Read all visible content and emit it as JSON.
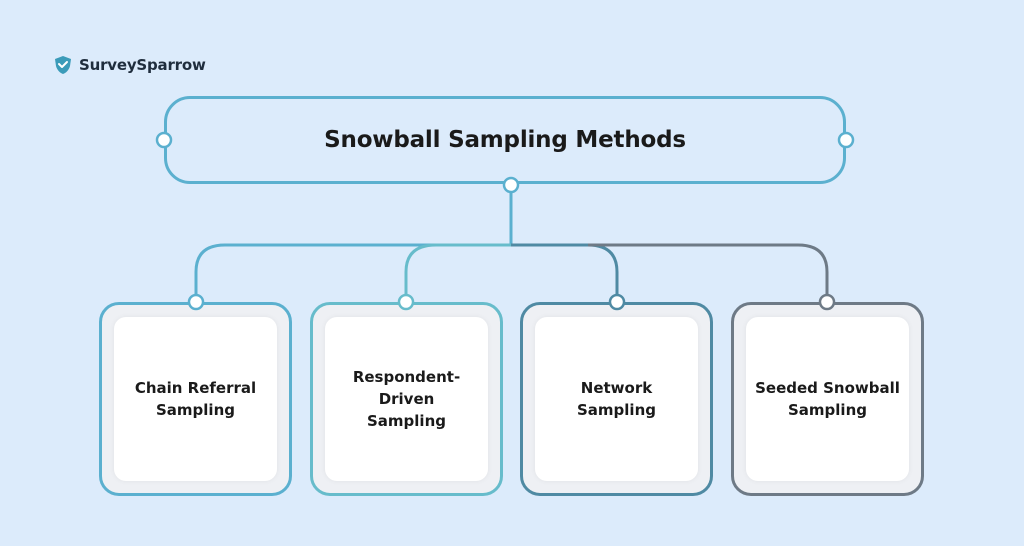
{
  "brand": {
    "name": "SurveySparrow",
    "icon": "sparrow-shield-icon"
  },
  "title": "Snowball Sampling Methods",
  "methods": [
    {
      "label": "Chain Referral\nSampling",
      "color": "#5bb0cf"
    },
    {
      "label": "Respondent-Driven\nSampling",
      "color": "#67bccb"
    },
    {
      "label": "Network Sampling",
      "color": "#4f8aa3"
    },
    {
      "label": "Seeded Snowball\nSampling",
      "color": "#6e7a86"
    }
  ],
  "colors": {
    "background": "#dcebfb",
    "title_border": "#5bb0cf",
    "text": "#1a1a1a"
  }
}
